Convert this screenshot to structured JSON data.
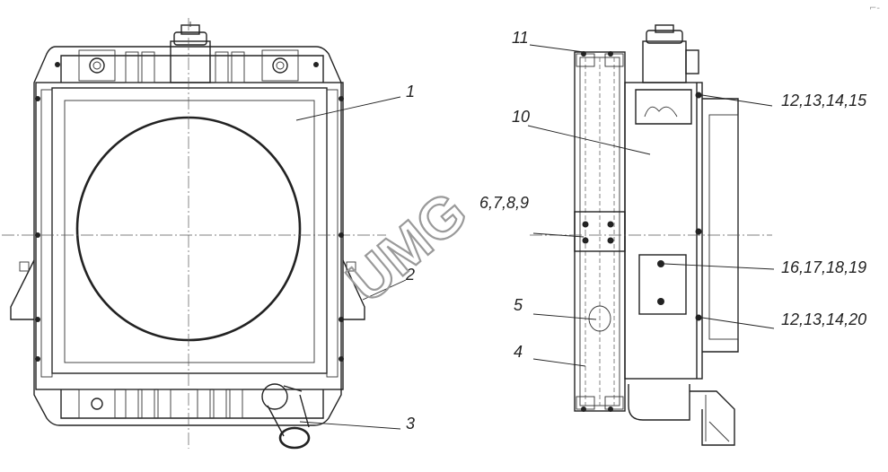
{
  "callouts": {
    "c1": "1",
    "c2": "2",
    "c3": "3",
    "c4": "4",
    "c5": "5",
    "c6": "6,7,8,9",
    "c10": "10",
    "c11": "11",
    "c12a": "12,13,14,15",
    "c16": "16,17,18,19",
    "c12b": "12,13,14,20"
  },
  "watermark": "UMG",
  "corner_mark": "⌐-"
}
